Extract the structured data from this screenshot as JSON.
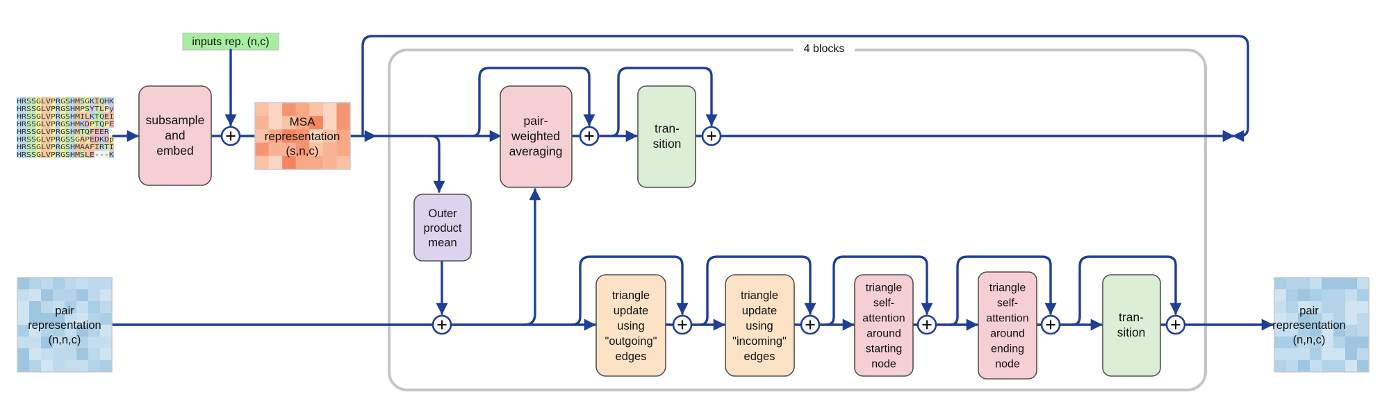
{
  "blocks_label": "4 blocks",
  "inputs_label": "inputs rep. (n,c)",
  "msa_seqs": [
    "HRSSGLVPRGSHMSGKIQHK",
    "HRSSGLVPRGSHMPSYTLPy",
    "HRSSGLVPRGSHMILKTQEI",
    "HRSSGLVPRGSHMKDPTQPE",
    "HRSSGLVPRGSHMTQFEER",
    "HRSSGLVPRGSSGAPEDKDp",
    "HRSSGLVPRGSHMAAFIRTI",
    "HRSSGLVPRGSHMSLE---K"
  ],
  "nodes": {
    "subsample": [
      "subsample",
      "and",
      "embed"
    ],
    "msa_rep": [
      "MSA",
      "representation",
      "(s,n,c)"
    ],
    "pair_weighted": [
      "pair-",
      "weighted",
      "averaging"
    ],
    "transition_top": [
      "tran-",
      "sition"
    ],
    "outer_product": [
      "Outer",
      "product",
      "mean"
    ],
    "pair_rep_in": [
      "pair",
      "representation",
      "(n,n,c)"
    ],
    "tri_out": [
      "triangle",
      "update",
      "using",
      "\"outgoing\"",
      "edges"
    ],
    "tri_in": [
      "triangle",
      "update",
      "using",
      "\"incoming\"",
      "edges"
    ],
    "tri_att_start": [
      "triangle",
      "self-",
      "attention",
      "around",
      "starting",
      "node"
    ],
    "tri_att_end": [
      "triangle",
      "self-",
      "attention",
      "around",
      "ending",
      "node"
    ],
    "transition_bottom": [
      "tran-",
      "sition"
    ],
    "pair_rep_out": [
      "pair",
      "representation",
      "(n,n,c)"
    ]
  },
  "colors": {
    "wire": "#1f3f96",
    "pink": "#f5cfd3",
    "green": "#dbefd6",
    "lavender": "#dcd4ee",
    "peach": "#fde3c6",
    "msa_orange": "#f8a07f",
    "pair_blue": "#b7d6ea",
    "input_green": "#a8eea0"
  }
}
